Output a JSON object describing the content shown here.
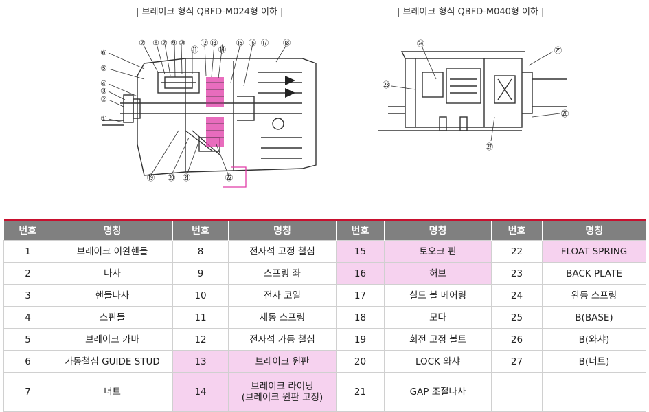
{
  "captions": {
    "left": "| 브레이크 형식 QBFD-M024형 이하 |",
    "right": "| 브레이크 형식 QBFD-M040형 이하 |"
  },
  "drawing_left": {
    "top_labels": [
      "⑦",
      "⑧",
      "⑦",
      "⑨",
      "⑩",
      "⑪",
      "⑫",
      "⑬",
      "⑮",
      "⑯",
      "⑰",
      "⑱"
    ],
    "side_labels": [
      "⑥",
      "⑤",
      "④",
      "③",
      "②",
      "①"
    ],
    "bottom_labels": [
      "⑲",
      "⑳",
      "㉑",
      "㉒"
    ],
    "extra_label": "⑭",
    "highlight_color": "#e13ca8"
  },
  "drawing_right": {
    "labels": [
      "㉔",
      "㉓",
      "㉕",
      "㉖",
      "㉗"
    ]
  },
  "table": {
    "headers": [
      "번호",
      "명칭",
      "번호",
      "명칭",
      "번호",
      "명칭",
      "번호",
      "명칭"
    ],
    "rows": [
      [
        "1",
        "브레이크 이완핸들",
        "8",
        "전자석 고정 철심",
        "15",
        "토오크 핀",
        "22",
        "FLOAT SPRING"
      ],
      [
        "2",
        "나사",
        "9",
        "스프링 좌",
        "16",
        "허브",
        "23",
        "BACK PLATE"
      ],
      [
        "3",
        "핸들나사",
        "10",
        "전자 코일",
        "17",
        "실드 볼 베어링",
        "24",
        "완동 스프링"
      ],
      [
        "4",
        "스핀들",
        "11",
        "제동 스프링",
        "18",
        "모타",
        "25",
        "B(BASE)"
      ],
      [
        "5",
        "브레이크 카바",
        "12",
        "전자석 가동 철심",
        "19",
        "회전 고정 볼트",
        "26",
        "B(와샤)"
      ],
      [
        "6",
        "가동철심  GUIDE STUD",
        "13",
        "브레이크 원판",
        "20",
        "LOCK  와샤",
        "27",
        "B(너트)"
      ],
      [
        "7",
        "너트",
        "14",
        "브레이크 라이닝\n(브레이크 원판 고정)",
        "21",
        "GAP  조절나사",
        "",
        ""
      ]
    ],
    "highlight_color": "#f6d2ef",
    "header_color": "#808080",
    "accent_color": "#c8102e"
  }
}
